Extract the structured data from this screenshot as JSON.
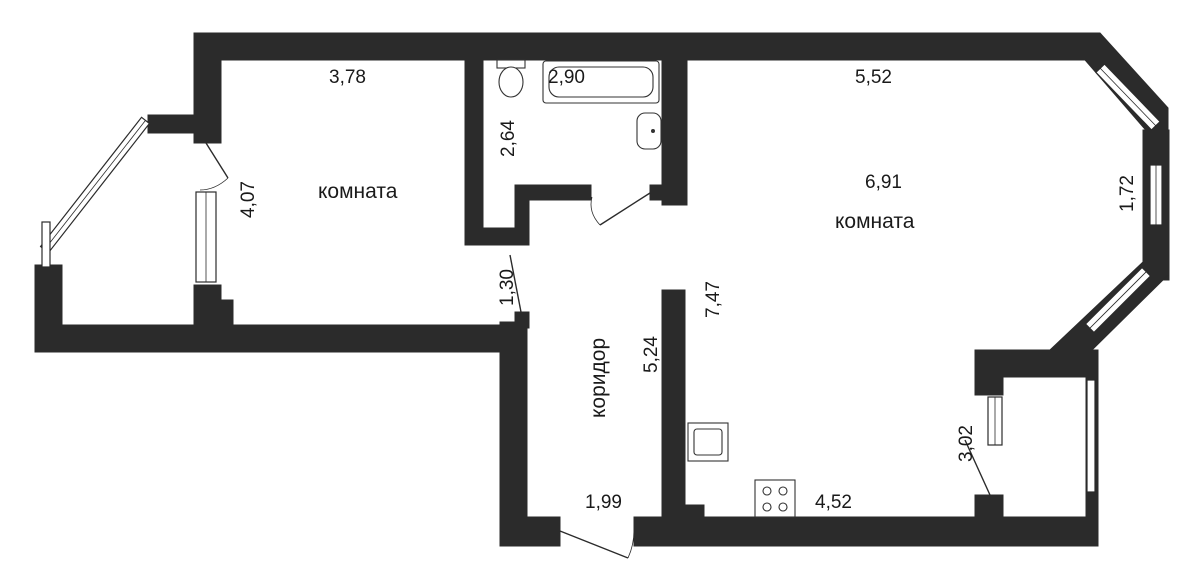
{
  "plan": {
    "rooms": [
      {
        "id": "room-left",
        "label": "комната"
      },
      {
        "id": "room-right",
        "label": "комната"
      },
      {
        "id": "corridor",
        "label": "коридор"
      }
    ],
    "dimensions": {
      "left_room_width": "3,78",
      "left_room_depth": "4,07",
      "bathroom_width": "2,90",
      "bathroom_depth": "2,64",
      "right_room_width": "5,52",
      "right_room_depth": "6,91",
      "bay_window": "1,72",
      "doorway": "1,30",
      "corridor_length": "5,24",
      "partition_length": "7,47",
      "corridor_width": "1,99",
      "kitchen_width": "4,52",
      "loggia_depth": "3,02"
    },
    "colors": {
      "wall": "#2b2b2b",
      "background": "#ffffff"
    }
  }
}
